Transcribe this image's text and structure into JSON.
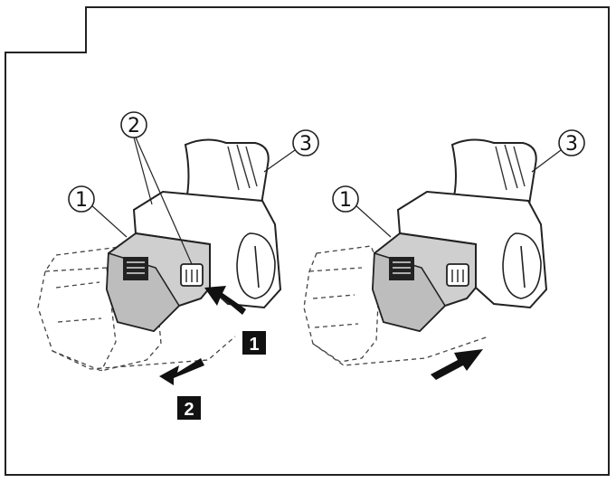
{
  "figure": {
    "left_panel": {
      "callouts": [
        {
          "id": "battery",
          "label": "1"
        },
        {
          "id": "button",
          "label": "2"
        },
        {
          "id": "tool",
          "label": "3"
        }
      ],
      "steps": [
        {
          "label": "1"
        },
        {
          "label": "2"
        }
      ]
    },
    "right_panel": {
      "callouts": [
        {
          "id": "battery",
          "label": "1"
        },
        {
          "id": "tool",
          "label": "3"
        }
      ]
    }
  }
}
